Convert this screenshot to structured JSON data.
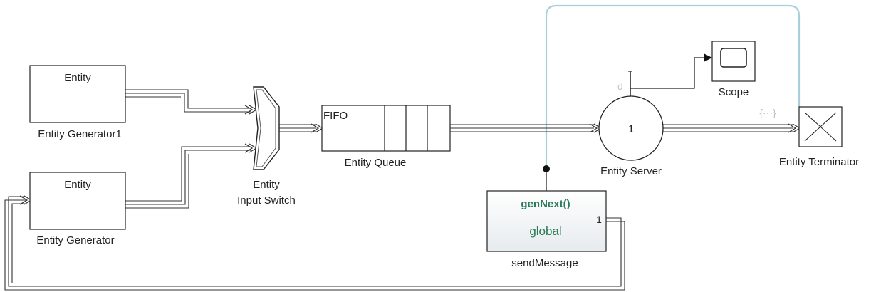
{
  "blocks": {
    "generator1": {
      "label": "Entity Generator1",
      "inner": "Entity"
    },
    "generator": {
      "label": "Entity Generator",
      "inner": "Entity"
    },
    "input_switch": {
      "label_line1": "Entity",
      "label_line2": "Input Switch"
    },
    "queue": {
      "label": "Entity Queue",
      "inner": "FIFO"
    },
    "server": {
      "label": "Entity Server",
      "inner": "1",
      "port_label": "d"
    },
    "scope": {
      "label": "Scope"
    },
    "terminator": {
      "label": "Entity Terminator"
    },
    "send_message": {
      "label": "sendMessage",
      "function": "genNext()",
      "scope": "global",
      "port": "1"
    }
  },
  "annotations": {
    "entity_type_badge": "{···}"
  },
  "colors": {
    "function_text": "#2a7a5a",
    "event_line": "#a8d0d8",
    "block_fill_gradient": "#eef2f4"
  }
}
